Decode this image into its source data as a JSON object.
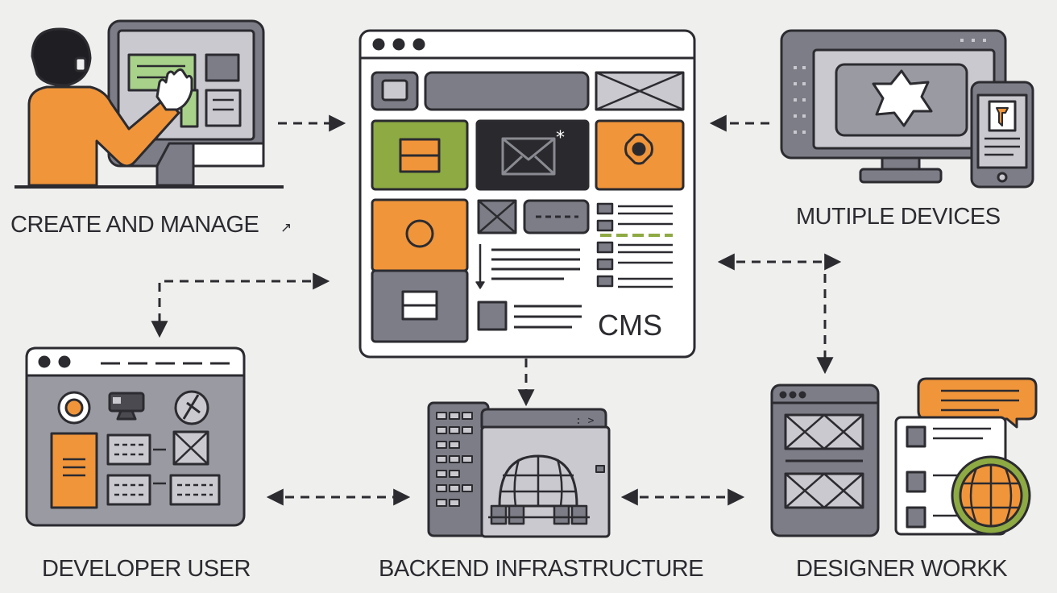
{
  "labels": {
    "create_manage": "CREATE AND MANAGE",
    "multiple_devices": "MUTIPLE DEVICES",
    "developer_user": "DEVELOPER USER",
    "backend_infrastructure": "BACKEND INFRASTRUCTURE",
    "designer_work": "DESIGNER WORKK",
    "cms": "CMS"
  },
  "icons": {
    "content-creator": "person-at-monitor-icon",
    "cms-window": "cms-browser-window-icon",
    "multiple-devices": "monitor-and-phone-icon",
    "developer-window": "developer-browser-window-icon",
    "backend": "server-globe-folder-icon",
    "designer": "design-documents-globe-icon"
  },
  "colors": {
    "background": "#efefee",
    "stroke": "#2b2b30",
    "panel_gray": "#7d7d87",
    "light_gray": "#c9c9cf",
    "orange": "#f0953a",
    "green": "#8daa43",
    "light_green": "#a8d28a",
    "dark": "#2a2a2e"
  }
}
